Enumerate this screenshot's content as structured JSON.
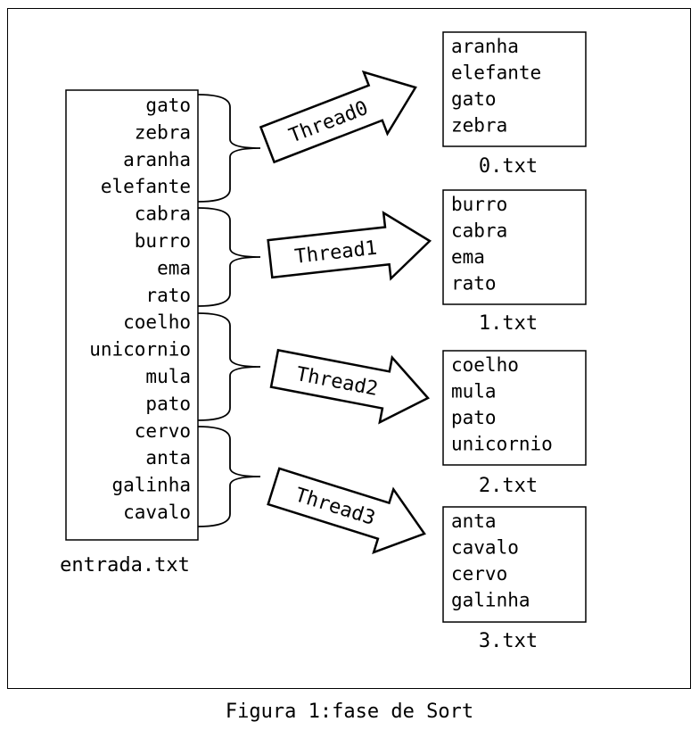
{
  "input": {
    "filename": "entrada.txt",
    "words": [
      "gato",
      "zebra",
      "aranha",
      "elefante",
      "cabra",
      "burro",
      "ema",
      "rato",
      "coelho",
      "unicornio",
      "mula",
      "pato",
      "cervo",
      "anta",
      "galinha",
      "cavalo"
    ]
  },
  "threads": [
    {
      "label": "Thread0",
      "output_filename": "0.txt",
      "sorted": [
        "aranha",
        "elefante",
        "gato",
        "zebra"
      ]
    },
    {
      "label": "Thread1",
      "output_filename": "1.txt",
      "sorted": [
        "burro",
        "cabra",
        "ema",
        "rato"
      ]
    },
    {
      "label": "Thread2",
      "output_filename": "2.txt",
      "sorted": [
        "coelho",
        "mula",
        "pato",
        "unicornio"
      ]
    },
    {
      "label": "Thread3",
      "output_filename": "3.txt",
      "sorted": [
        "anta",
        "cavalo",
        "cervo",
        "galinha"
      ]
    }
  ],
  "caption": "Figura 1:fase de Sort"
}
